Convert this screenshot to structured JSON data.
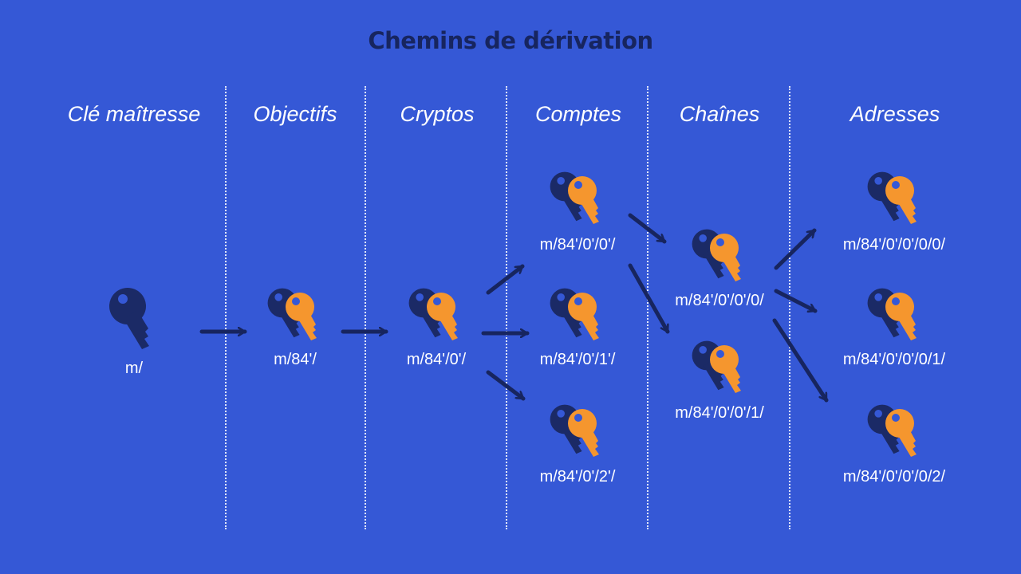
{
  "title": "Chemins de dérivation",
  "colors": {
    "background": "#3558d6",
    "title": "#17255f",
    "key_dark": "#1b2a66",
    "key_orange": "#f5962e",
    "key_orange_hole": "#3558d6",
    "arrow": "#17255f",
    "text": "#ffffff"
  },
  "columns": [
    {
      "id": "master",
      "header": "Clé maîtresse"
    },
    {
      "id": "purpose",
      "header": "Objectifs"
    },
    {
      "id": "coin",
      "header": "Cryptos"
    },
    {
      "id": "account",
      "header": "Comptes"
    },
    {
      "id": "chain",
      "header": "Chaînes"
    },
    {
      "id": "address",
      "header": "Adresses"
    }
  ],
  "nodes": [
    {
      "id": "m",
      "column": "master",
      "label": "m/",
      "icon": "single-key-icon"
    },
    {
      "id": "p84",
      "column": "purpose",
      "label": "m/84'/",
      "icon": "key-pair-icon"
    },
    {
      "id": "c0",
      "column": "coin",
      "label": "m/84'/0'/",
      "icon": "key-pair-icon"
    },
    {
      "id": "a0",
      "column": "account",
      "label": "m/84'/0'/0'/",
      "icon": "key-pair-icon"
    },
    {
      "id": "a1",
      "column": "account",
      "label": "m/84'/0'/1'/",
      "icon": "key-pair-icon"
    },
    {
      "id": "a2",
      "column": "account",
      "label": "m/84'/0'/2'/",
      "icon": "key-pair-icon"
    },
    {
      "id": "ch0",
      "column": "chain",
      "label": "m/84'/0'/0'/0/",
      "icon": "key-pair-icon"
    },
    {
      "id": "ch1",
      "column": "chain",
      "label": "m/84'/0'/0'/1/",
      "icon": "key-pair-icon"
    },
    {
      "id": "ad0",
      "column": "address",
      "label": "m/84'/0'/0'/0/0/",
      "icon": "key-pair-icon"
    },
    {
      "id": "ad1",
      "column": "address",
      "label": "m/84'/0'/0'/0/1/",
      "icon": "key-pair-icon"
    },
    {
      "id": "ad2",
      "column": "address",
      "label": "m/84'/0'/0'/0/2/",
      "icon": "key-pair-icon"
    }
  ],
  "edges": [
    {
      "from": "m",
      "to": "p84"
    },
    {
      "from": "p84",
      "to": "c0"
    },
    {
      "from": "c0",
      "to": "a0"
    },
    {
      "from": "c0",
      "to": "a1"
    },
    {
      "from": "c0",
      "to": "a2"
    },
    {
      "from": "a0",
      "to": "ch0"
    },
    {
      "from": "a0",
      "to": "ch1"
    },
    {
      "from": "ch0",
      "to": "ad0"
    },
    {
      "from": "ch0",
      "to": "ad1"
    },
    {
      "from": "ch0",
      "to": "ad2"
    }
  ]
}
